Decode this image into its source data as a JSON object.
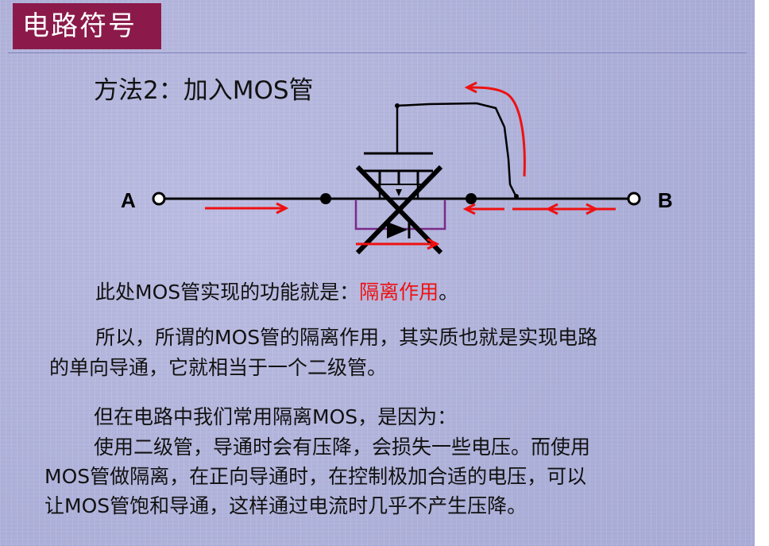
{
  "slide": {
    "title": "电路符号",
    "heading": "方法2：加入MOS管",
    "labels": {
      "left": "A",
      "right": "B"
    },
    "colors": {
      "title_bg": "#8b1a4a",
      "arrow_red": "#ee1111",
      "mos_body": "#7a2a8a",
      "slide_bg": "#b4b6dc"
    },
    "para1": {
      "prefix": "此处MOS管实现的功能就是：",
      "highlight": "隔离作用",
      "suffix": "。"
    },
    "para2": {
      "line1": "所以，所谓的MOS管的隔离作用，其实质也就是实现电路",
      "line2": "的单向导通，它就相当于一个二级管。"
    },
    "para3": {
      "line1": "但在电路中我们常用隔离MOS，是因为：",
      "line2": "使用二级管，导通时会有压降，会损失一些电压。而使用",
      "line3": "MOS管做隔离，在正向导通时，在控制极加合适的电压，可以",
      "line4": "让MOS管饱和导通，这样通过电流时几乎不产生压降。"
    }
  }
}
